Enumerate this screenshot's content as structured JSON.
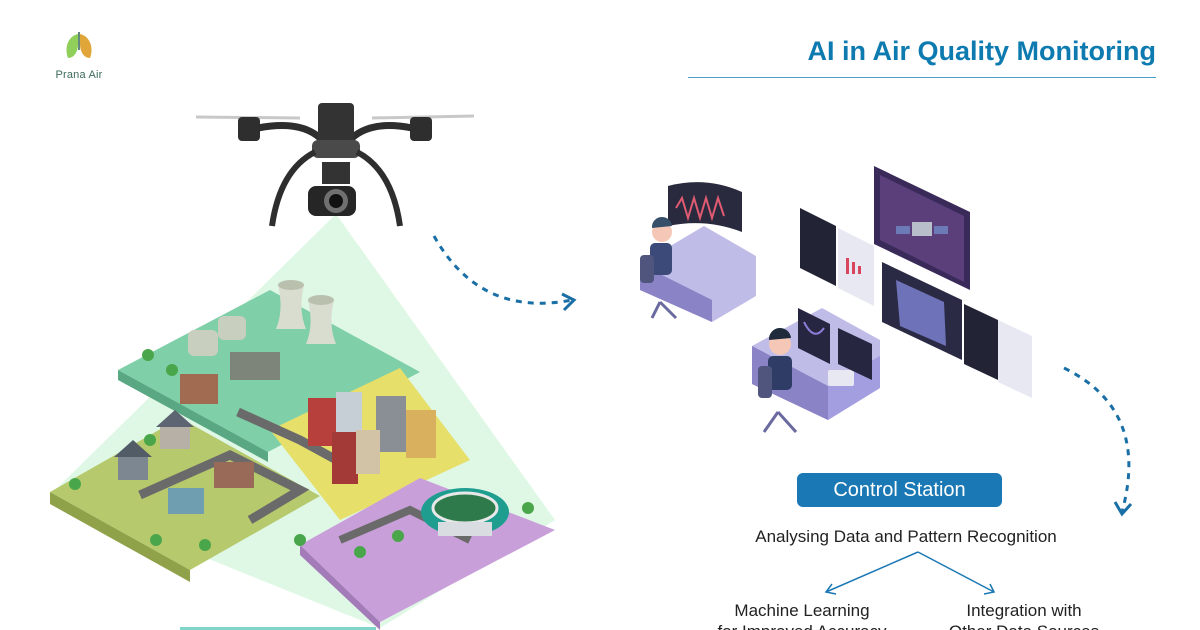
{
  "brand": {
    "name": "Prana Air"
  },
  "title": "AI in Air Quality Monitoring",
  "control_station": {
    "label": "Control Station"
  },
  "analysis": {
    "text": "Analysing Data and Pattern Recognition"
  },
  "branches": [
    {
      "text": "Machine Learning\nfor Improved Accuracy"
    },
    {
      "text": "Integration with\nOther Data Sources"
    }
  ],
  "colors": {
    "accent": "#0e7bb0",
    "button": "#1a78b4",
    "zone_green": "#7fcfa8",
    "zone_yellow": "#e6df6a",
    "zone_purple": "#c99fda"
  }
}
